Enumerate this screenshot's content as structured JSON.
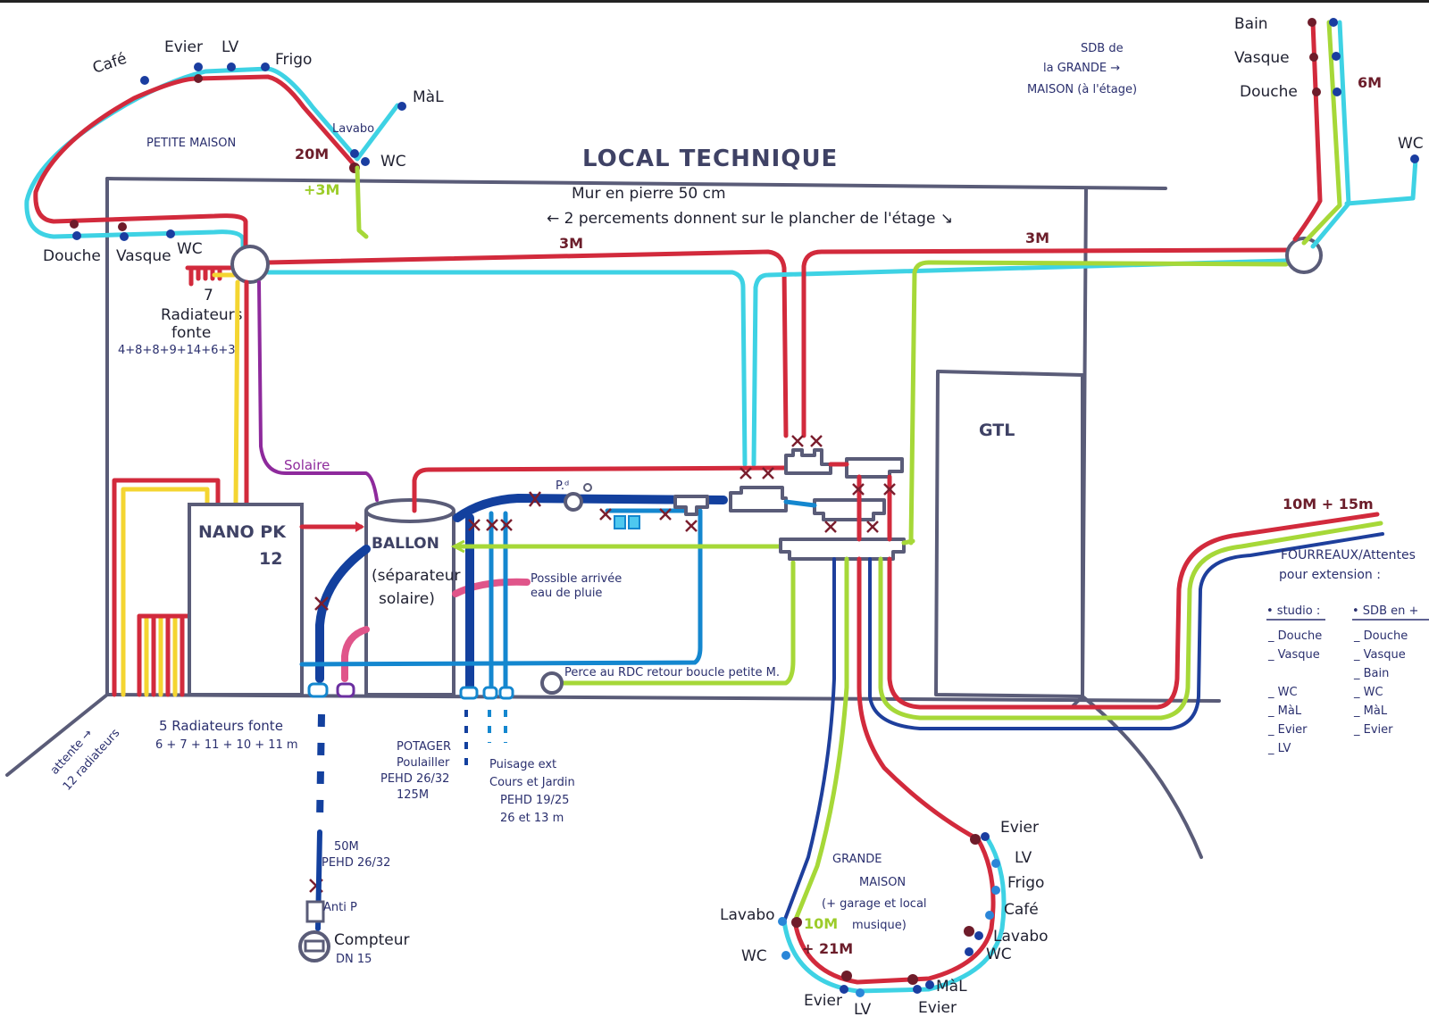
{
  "title": "LOCAL TECHNIQUE",
  "wall_note": {
    "line1": "Mur en pierre 50 cm",
    "line2": "← 2 percements donnent sur le plancher de l'étage ↘"
  },
  "colors": {
    "hot_water": "#d22a3c",
    "cold_water": "#3ed2e4",
    "return_loop": "#a6d838",
    "main_supply": "#13409e",
    "outdoor_supply": "#1487cf",
    "heating_return": "#f4d531",
    "solar": "#8e2a9c",
    "rainwater": "#e0558a",
    "walls": "#5a5c78"
  },
  "petite_maison": {
    "label": "PETITE MAISON",
    "fixtures": [
      "Café",
      "Evier",
      "LV",
      "Frigo",
      "Lavabo",
      "MàL",
      "WC",
      "Douche",
      "Vasque",
      "WC"
    ],
    "distance": "20M",
    "extra_distance": "+3M",
    "radiators": {
      "count": "7",
      "label_line1": "Radiateurs",
      "label_line2": "fonte",
      "lengths": "4+8+8+9+14+6+3"
    }
  },
  "sdb_grande_maison": {
    "label_line1": "SDB de",
    "label_line2": "la GRANDE →",
    "label_line3": "MAISON (à l'étage)",
    "fixtures": [
      "Bain",
      "Vasque",
      "Douche",
      "WC"
    ],
    "distance": "6M"
  },
  "segments": {
    "left_3m": "3M",
    "right_3m": "3M"
  },
  "equipment": {
    "nano": {
      "line1": "NANO PK",
      "line2": "12"
    },
    "ballon": {
      "line1": "BALLON",
      "line2": "(séparateur",
      "line3": "solaire)"
    },
    "gtl": "GTL",
    "solaire": "Solaire",
    "pump_label": "P.ᵈ"
  },
  "notes": {
    "rain_line1": "Possible arrivée",
    "rain_line2": "eau de pluie",
    "rdc": "Perce au RDC retour boucle petite M.",
    "radiators5_line1": "5 Radiateurs fonte",
    "radiators5_line2": "6 + 7 + 11 + 10 + 11 m",
    "attente_line1": "attente →",
    "attente_line2": "12 radiateurs",
    "potager_line1": "POTAGER",
    "potager_line2": "Poulailler",
    "potager_line3": "PEHD 26/32",
    "potager_line4": "125M",
    "puisage_line1": "Puisage ext",
    "puisage_line2": "Cours et Jardin",
    "puisage_line3": "PEHD 19/25",
    "puisage_line4": "26 et 13 m",
    "supply_line1": "50M",
    "supply_line2": "PEHD 26/32",
    "antip": "Anti P",
    "compteur_line1": "Compteur",
    "compteur_line2": "DN 15"
  },
  "extension": {
    "distance": "10M + 15m",
    "title_line1": "FOURREAUX/Attentes",
    "title_line2": "pour extension :",
    "studio_heading": "• studio :",
    "studio_items": [
      "_ Douche",
      "_ Vasque",
      "_ WC",
      "_ MàL",
      "_ Evier",
      "_ LV"
    ],
    "sdb_heading": "• SDB en +",
    "sdb_items": [
      "_ Douche",
      "_ Vasque",
      "_ Bain",
      "_ WC",
      "_ MàL",
      "_ Evier"
    ]
  },
  "grande_maison": {
    "label_line1": "GRANDE",
    "label_line2": "MAISON",
    "label_line3": "(+ garage et local",
    "label_line4": "musique)",
    "distance_green": "10M",
    "distance_red": "+ 21M",
    "fixtures": [
      "Evier",
      "LV",
      "Frigo",
      "Café",
      "Lavabo",
      "WC",
      "MàL",
      "Evier",
      "LV",
      "Evier",
      "WC",
      "Lavabo"
    ]
  }
}
